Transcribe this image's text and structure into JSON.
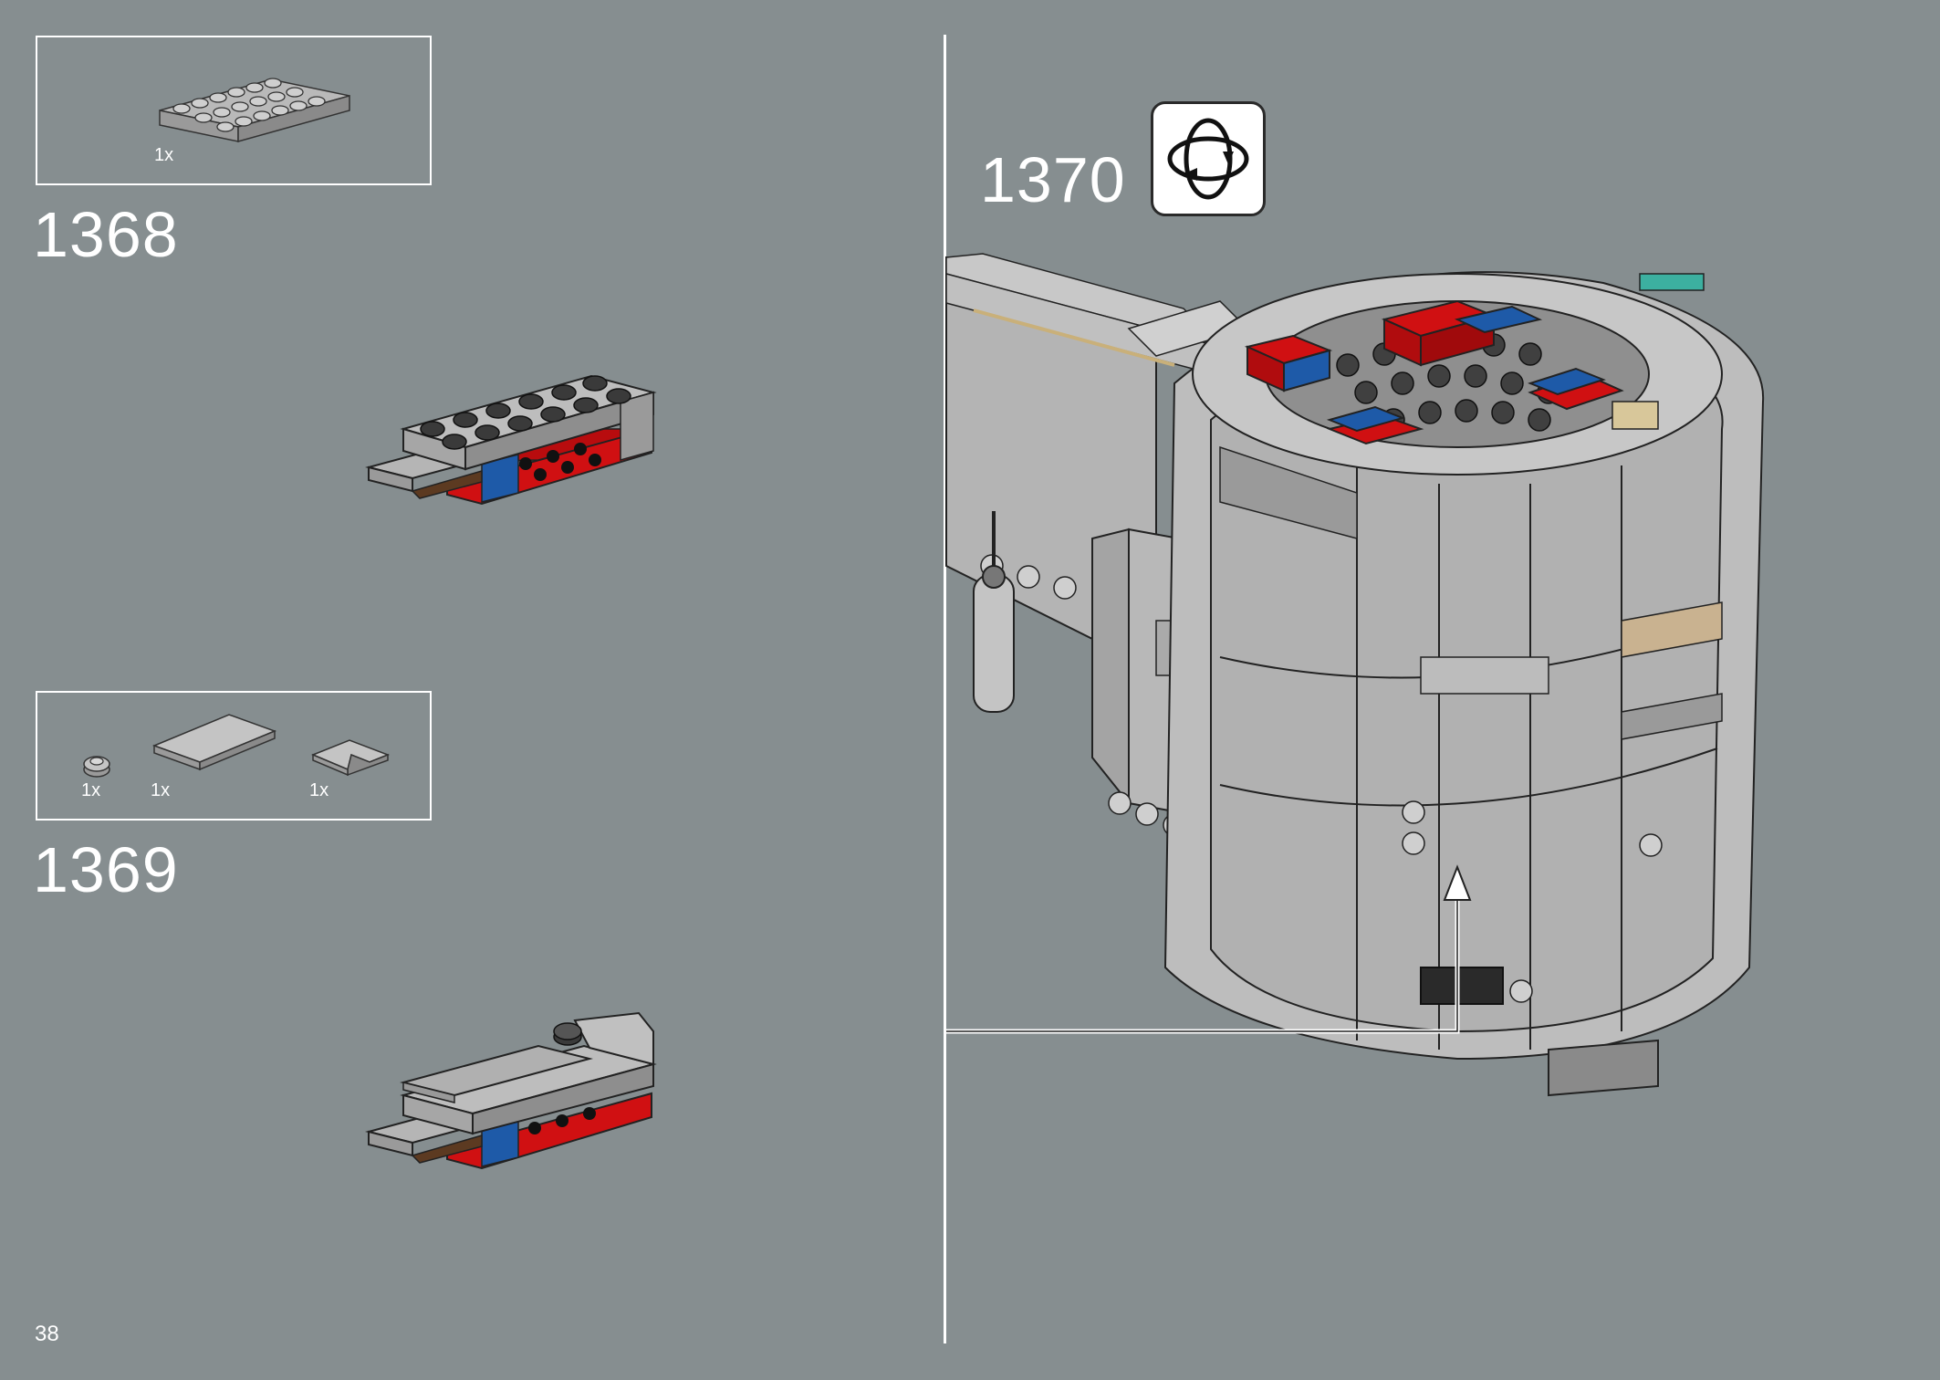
{
  "page": {
    "number": "38"
  },
  "steps": [
    {
      "number": "1368",
      "parts": [
        {
          "qty": "1x",
          "icon": "gray-2x6-plate"
        }
      ]
    },
    {
      "number": "1369",
      "parts": [
        {
          "qty": "1x",
          "icon": "gray-round-1x1-plate"
        },
        {
          "qty": "1x",
          "icon": "gray-2x4-tile"
        },
        {
          "qty": "1x",
          "icon": "gray-corner-tile"
        }
      ]
    },
    {
      "number": "1370",
      "rotate_icon": "rotate-model-icon"
    }
  ],
  "colors": {
    "background": "#868e90",
    "brick_gray": "#a0a0a0",
    "brick_red": "#d01012",
    "brick_blue": "#1e5aa8",
    "brick_brown": "#5c3a21"
  }
}
